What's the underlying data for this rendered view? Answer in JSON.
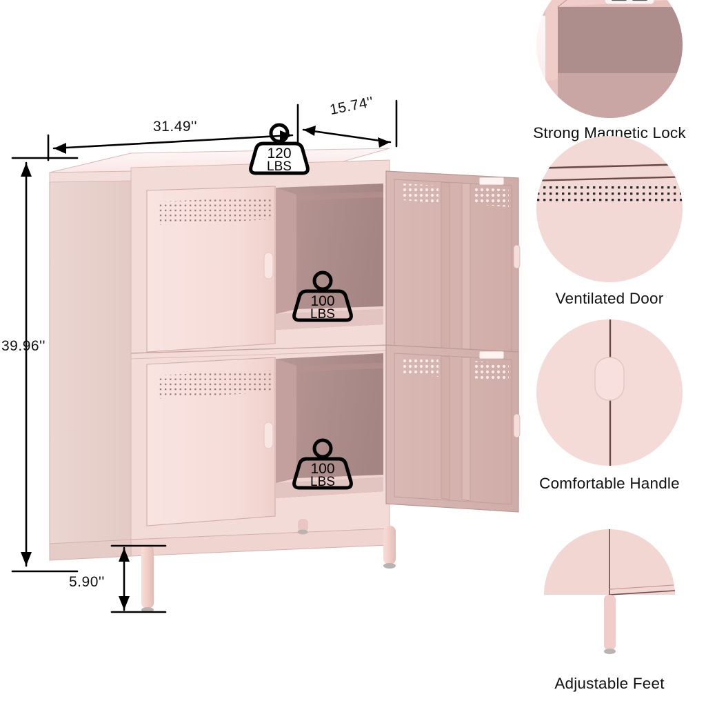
{
  "product": {
    "name": "2-door metal storage cabinet",
    "color_hex": "#f3dcd8",
    "colors": {
      "top_surface": "#fdf0f1",
      "side_panel": "#e8d2cd",
      "door_face": "#f7dfdc",
      "interior_back": "#ad8e8c",
      "interior_side": "#c3a09d",
      "shelf": "#e4c6c2",
      "inner_door": "#d6b4b0",
      "leg": "#f2cfc9",
      "foot_pad": "#b9b4b0",
      "outline": "#6b4a46",
      "line_black": "#000000"
    }
  },
  "dimensions": {
    "width_label": "31.49''",
    "depth_label": "15.74''",
    "height_label": "39.96''",
    "leg_height_label": "5.90''"
  },
  "capacity_badges": [
    {
      "id": "top",
      "value": "120",
      "unit": "LBS",
      "style": "trapezoid-outline"
    },
    {
      "id": "upper-shelf",
      "value": "100",
      "unit": "LBS",
      "style": "weight-outline"
    },
    {
      "id": "lower-shelf",
      "value": "100",
      "unit": "LBS",
      "style": "weight-outline"
    }
  ],
  "features": [
    {
      "id": "magnetic-lock",
      "label": "Strong Magnetic Lock",
      "icon": "cabinet-corner-with-lock-plate"
    },
    {
      "id": "ventilated-door",
      "label": "Ventilated Door",
      "icon": "perforated-vent-holes"
    },
    {
      "id": "comfortable-handle",
      "label": "Comfortable Handle",
      "icon": "oval-door-handle"
    },
    {
      "id": "adjustable-feet",
      "label": "Adjustable Feet",
      "icon": "leg-with-adjustable-foot"
    }
  ]
}
